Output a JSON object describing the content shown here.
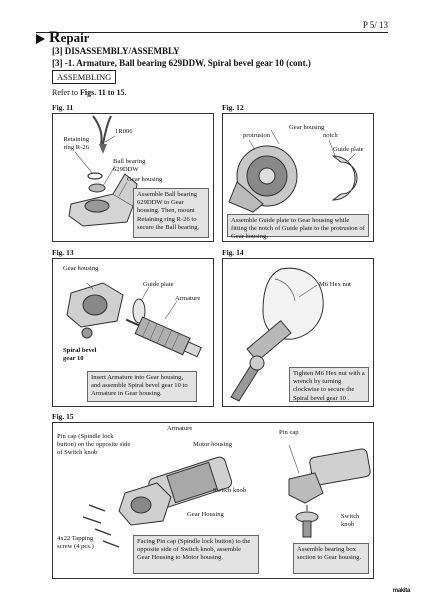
{
  "header": {
    "page_number": "P 5/ 13",
    "title_initial": "R",
    "title_rest": "epair",
    "section": "[3] DISASSEMBLY/ASSEMBLY",
    "subsection": "[3] -1. Armature, Ball bearing 629DDW, Spiral bevel gear 10 (cont.)",
    "tag": "ASSEMBLING",
    "refer_prefix": "Refer to ",
    "refer_figs": "Figs. 11 to 15",
    "refer_suffix": "."
  },
  "fig11": {
    "label": "Fig. 11",
    "callouts": {
      "retaining_ring": "Retaining ring R-26",
      "tool": "1R006",
      "ball_bearing": "Ball bearing 629DDW",
      "gear_housing": "Gear housing"
    },
    "note": "Assemble Ball bearing 629DDW to Gear housing. Then, mount Retaining ring R-26 to secure the Ball bearing."
  },
  "fig12": {
    "label": "Fig. 12",
    "callouts": {
      "gear_housing": "Gear housing",
      "protrusion": "protrusion",
      "notch": "notch",
      "guide_plate": "Guide plate"
    },
    "note": "Assemble Guide plate to Gear housing while fitting the notch of Guide plate to the protrusion of Gear housing."
  },
  "fig13": {
    "label": "Fig. 13",
    "callouts": {
      "gear_housing": "Gear housing",
      "guide_plate": "Guide plate",
      "armature": "Armature",
      "spiral_bevel": "Spiral bevel gear 10"
    },
    "note": "Insert Armature into Gear housing, and assemble Spiral bevel gear 10 to Armature in Gear housing."
  },
  "fig14": {
    "label": "Fig. 14",
    "callouts": {
      "hex_nut": "M6 Hex nut"
    },
    "note": "Tighten M6 Hex nut with a wrench by turning clockwise to secure the Spiral bevel gear 10 ."
  },
  "fig15": {
    "label": "Fig. 15",
    "callouts": {
      "pin_cap_left": "Pin cap (Spindle lock button) on the opposite side of Switch knob",
      "armature": "Armature",
      "motor_housing": "Motor housing",
      "switch_knob": "Switch knob",
      "gear_housing": "Gear Housing",
      "tapping_screw": "4x22 Tapping screw (4 pcs.)",
      "pin_cap_right": "Pin cap",
      "switch_knob_right": "Switch knob"
    },
    "note_left": "Facing Pin cap (Spindle lock button) to the opposite side of Switch knob, assemble Gear Housing to Motor housing.",
    "note_right": "Assemble bearing box section to Gear housing."
  },
  "footer": {
    "logo": "makita"
  }
}
